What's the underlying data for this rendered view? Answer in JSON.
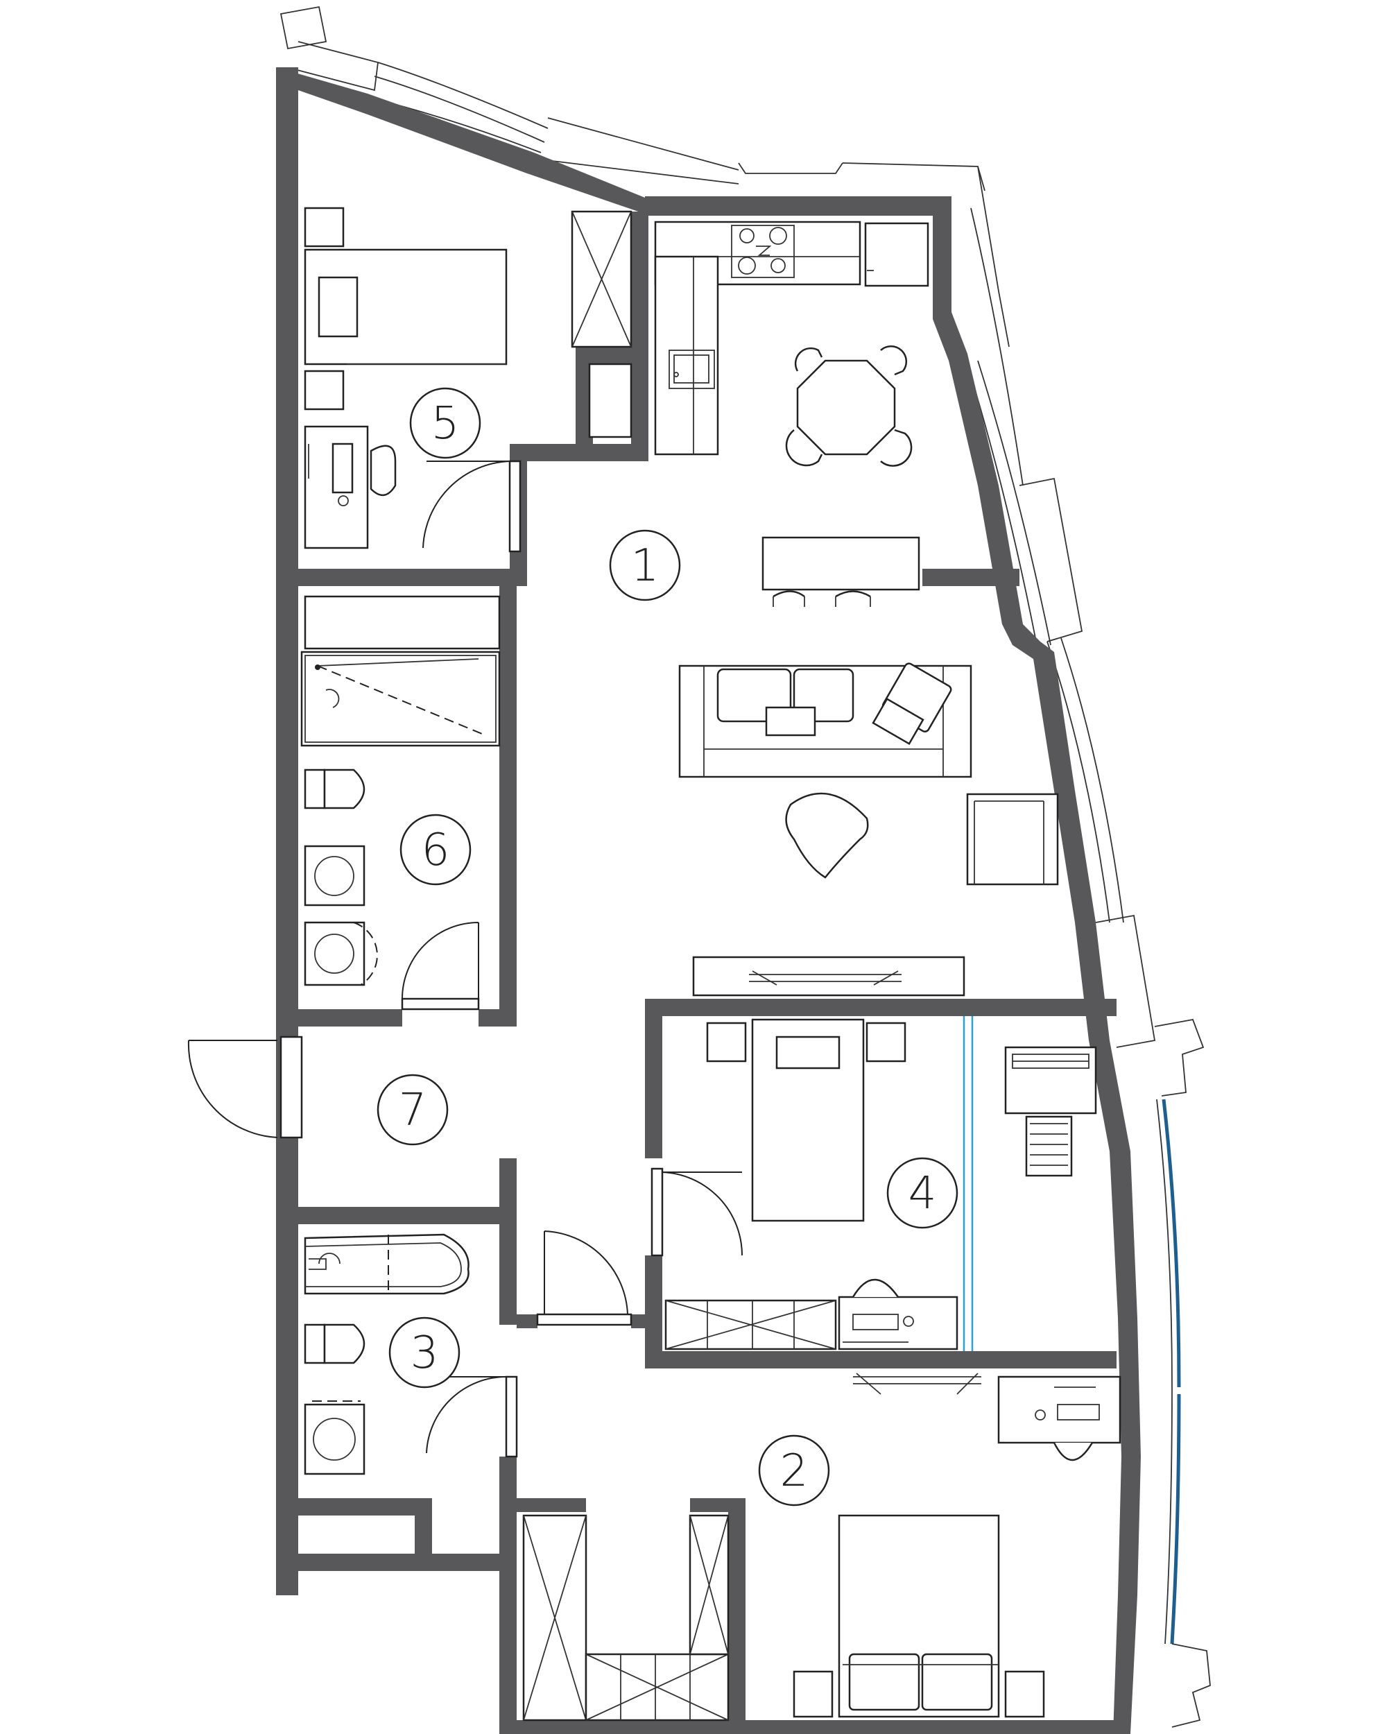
{
  "rooms": [
    {
      "id": "room-1",
      "label": "1"
    },
    {
      "id": "room-2",
      "label": "2"
    },
    {
      "id": "room-3",
      "label": "3"
    },
    {
      "id": "room-4",
      "label": "4"
    },
    {
      "id": "room-5",
      "label": "5"
    },
    {
      "id": "room-6",
      "label": "6"
    },
    {
      "id": "room-7",
      "label": "7"
    }
  ],
  "colors": {
    "wall": "#58585a",
    "line": "#222222",
    "glass_partition": "#2a9fd8",
    "window_glass": "#1f5f8f"
  }
}
